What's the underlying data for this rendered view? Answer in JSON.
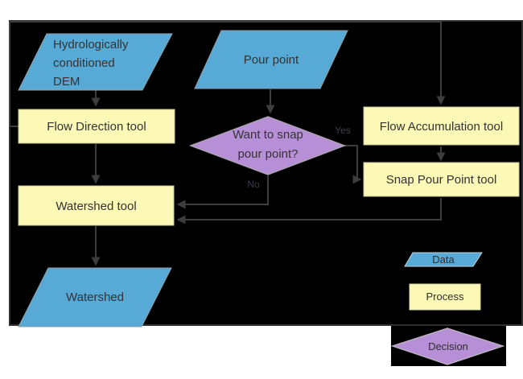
{
  "flowchart": {
    "nodes": {
      "dem": {
        "label": "Hydrologically\nconditioned\nDEM",
        "shape": "parallelogram",
        "kind": "data"
      },
      "pour_point": {
        "label": "Pour point",
        "shape": "parallelogram",
        "kind": "data"
      },
      "flow_direction": {
        "label": "Flow Direction tool",
        "shape": "rectangle",
        "kind": "process"
      },
      "flow_accumulation": {
        "label": "Flow Accumulation tool",
        "shape": "rectangle",
        "kind": "process"
      },
      "snap_pour_point": {
        "label": "Snap Pour Point tool",
        "shape": "rectangle",
        "kind": "process"
      },
      "watershed_tool": {
        "label": "Watershed tool",
        "shape": "rectangle",
        "kind": "process"
      },
      "watershed": {
        "label": "Watershed",
        "shape": "parallelogram",
        "kind": "data"
      },
      "snap_decision": {
        "label": "Want to snap\npour point?",
        "shape": "diamond",
        "kind": "decision"
      }
    },
    "edge_labels": {
      "yes": "Yes",
      "no": "No"
    },
    "legend": {
      "data": "Data",
      "process": "Process",
      "decision": "Decision"
    },
    "colors": {
      "data_fill": "#57a9d6",
      "process_fill": "#fbf9b5",
      "decision_fill": "#b78fd6",
      "canvas_background": "#000000",
      "page_background": "#ffffff",
      "connector": "#3d3d3d",
      "text": "#333333"
    }
  }
}
